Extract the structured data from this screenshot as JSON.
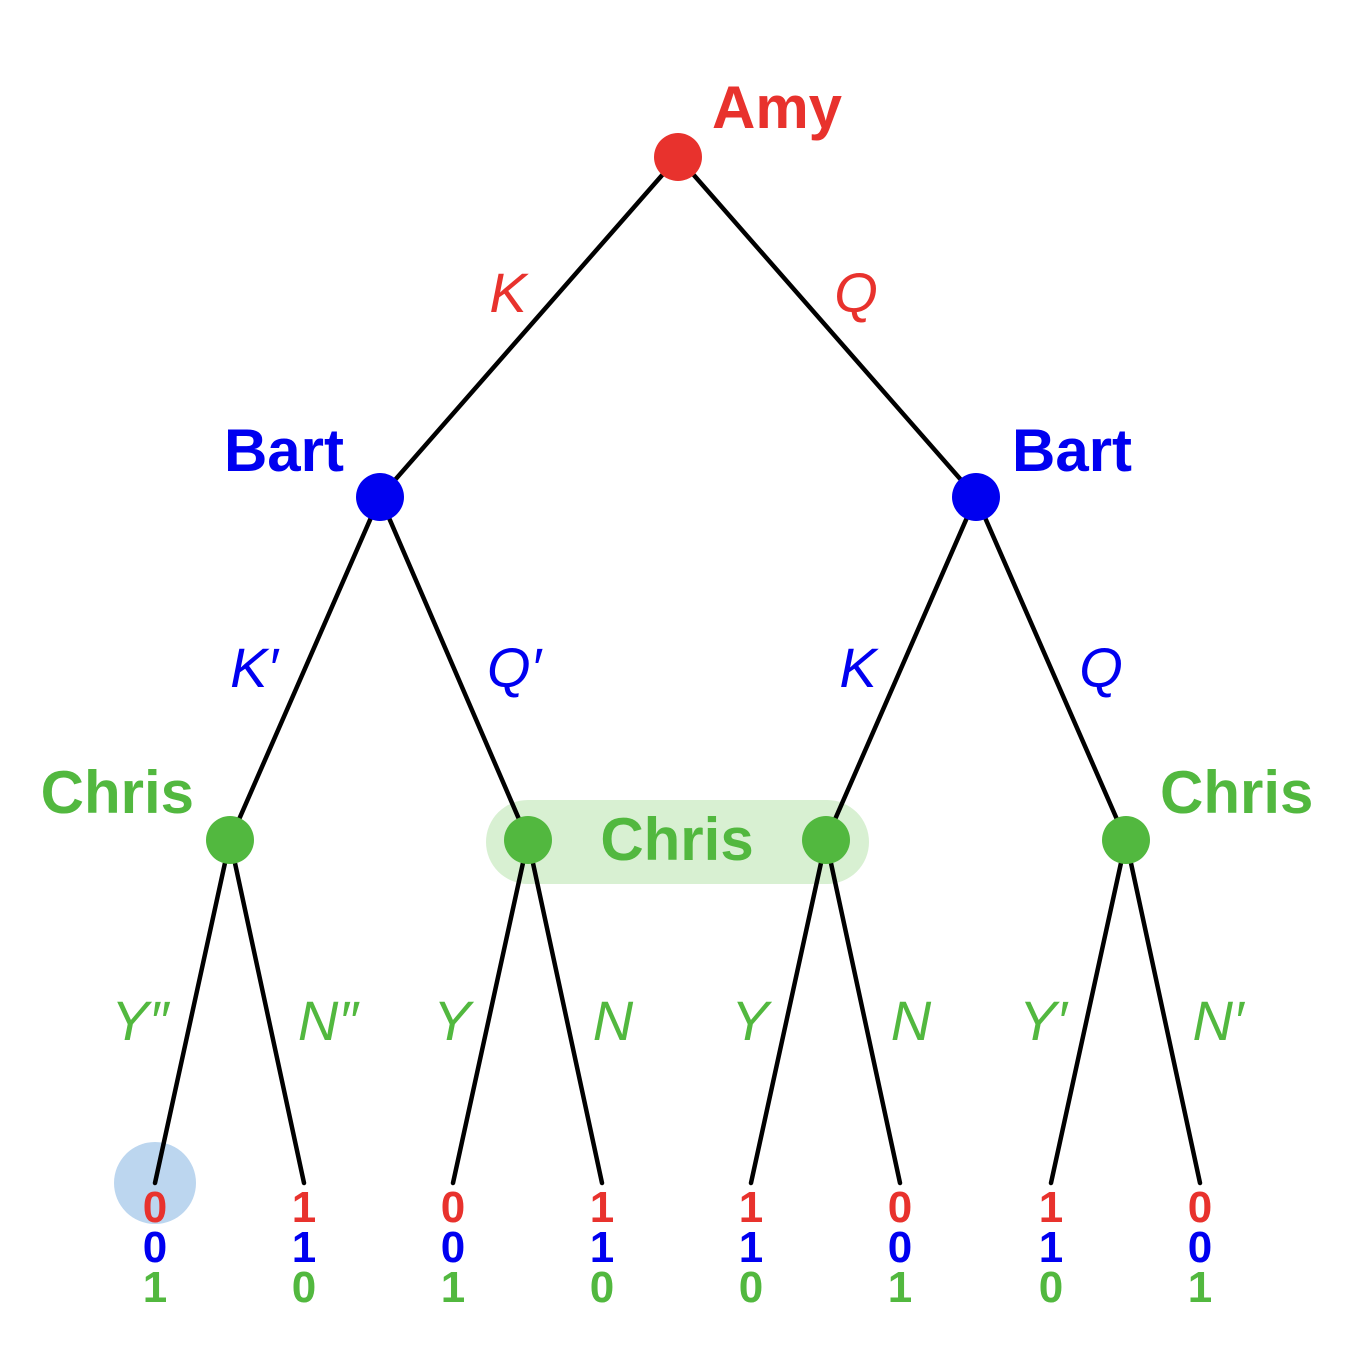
{
  "colors": {
    "amy": "#e8322d",
    "bart": "#0000f0",
    "chris": "#52b83f",
    "info_set_fill": "#d8f0d2",
    "highlight_fill": "#bcd6ef"
  },
  "players": {
    "root": "Amy",
    "bart_left": "Bart",
    "bart_right": "Bart",
    "chris_1": "Chris",
    "chris_info_set": "Chris",
    "chris_4": "Chris"
  },
  "actions": {
    "amy_left": "K",
    "amy_right": "Q",
    "bart_left_left": "K′",
    "bart_left_right": "Q′",
    "bart_right_left": "K",
    "bart_right_right": "Q",
    "chris_1_left": "Y″",
    "chris_1_right": "N″",
    "chris_2_left": "Y",
    "chris_2_right": "N",
    "chris_3_left": "Y",
    "chris_3_right": "N",
    "chris_4_left": "Y′",
    "chris_4_right": "N′"
  },
  "payoffs": [
    {
      "amy": "0",
      "bart": "0",
      "chris": "1"
    },
    {
      "amy": "1",
      "bart": "1",
      "chris": "0"
    },
    {
      "amy": "0",
      "bart": "0",
      "chris": "1"
    },
    {
      "amy": "1",
      "bart": "1",
      "chris": "0"
    },
    {
      "amy": "1",
      "bart": "1",
      "chris": "0"
    },
    {
      "amy": "0",
      "bart": "0",
      "chris": "1"
    },
    {
      "amy": "1",
      "bart": "1",
      "chris": "0"
    },
    {
      "amy": "0",
      "bart": "0",
      "chris": "1"
    }
  ]
}
